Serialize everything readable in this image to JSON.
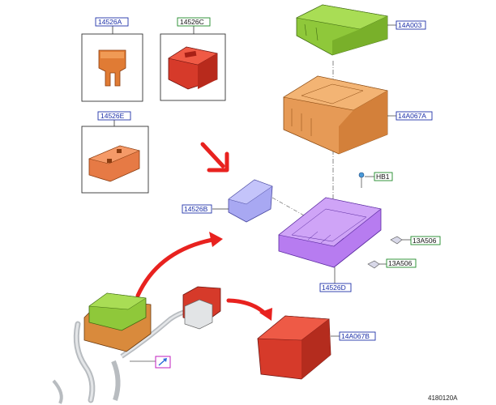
{
  "diagram": {
    "part_labels": {
      "fuse_mini": "14526A",
      "fuse_cartridge": "14526C",
      "fuse_jcase": "14526E",
      "cover_upper": "14A003",
      "junction_box": "14A067A",
      "bracket": "14526D",
      "hb1": "HB1",
      "clip_upper": "13A506",
      "clip_lower": "13A506",
      "mount_bracket": "14526B",
      "cover_red": "14A067B"
    },
    "drawing_number": "4180120A",
    "colors": {
      "label_blue": "#2233aa",
      "label_green": "#1f8a2a",
      "label_purple": "#c21fbf",
      "part_orange": "#e4803a",
      "part_red": "#d63a2a",
      "part_green": "#8fc83a",
      "part_purple": "#b77cf0",
      "part_lavender": "#9c9cf0",
      "arrow_red": "#e8221f"
    },
    "icons": [
      "pointer-arrow-icon"
    ]
  }
}
